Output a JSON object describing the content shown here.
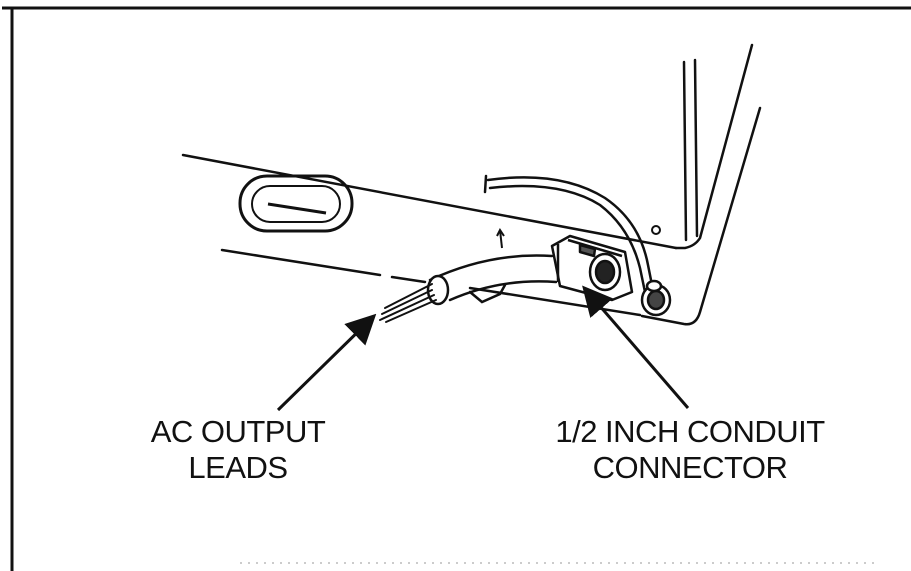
{
  "labels": {
    "ac_output": {
      "line1": "AC OUTPUT",
      "line2": "LEADS"
    },
    "conduit_connector": {
      "line1": "1/2 INCH CONDUIT",
      "line2": "CONNECTOR"
    }
  },
  "colors": {
    "ink": "#111111",
    "paper": "#ffffff"
  },
  "icons": [
    "arrow-ac-output-leads",
    "arrow-conduit-connector"
  ]
}
